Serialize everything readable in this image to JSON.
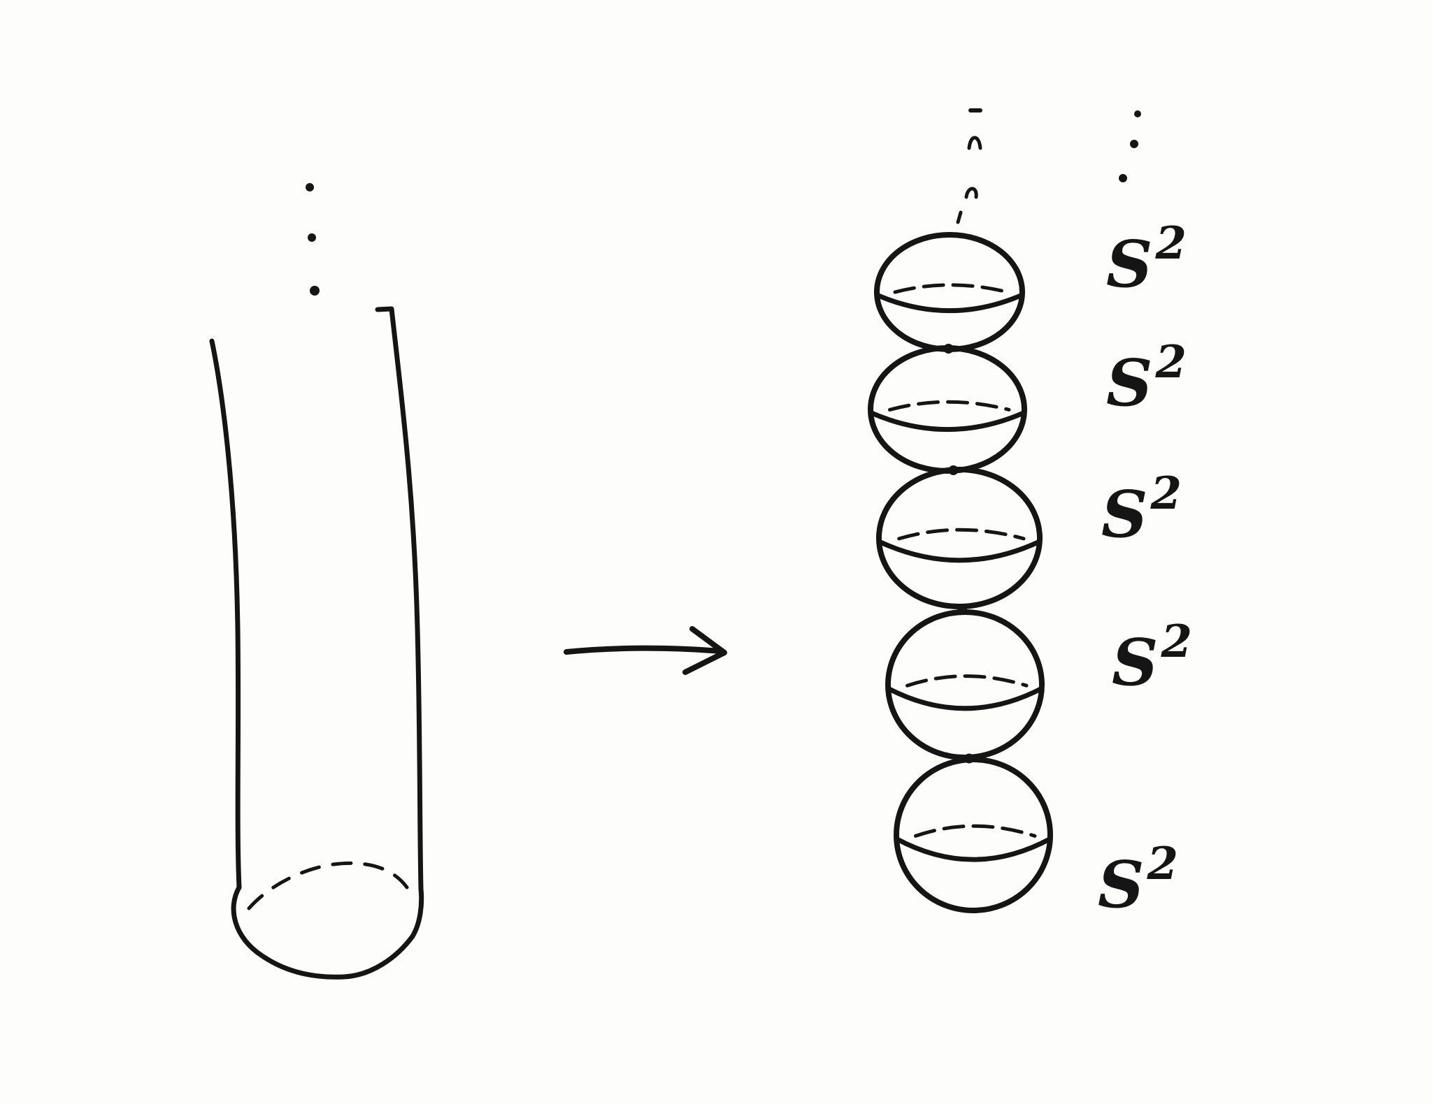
{
  "diagram": {
    "ink_color": "#151515",
    "background": "#fdfdfc",
    "source": {
      "shape": "capped-cylinder",
      "continues_upward": true
    },
    "transition": {
      "icon": "right-arrow-icon"
    },
    "target": {
      "shape": "chain-of-spheres",
      "continues_upward": true,
      "spheres": [
        {
          "base": "S",
          "exponent": "2"
        },
        {
          "base": "S",
          "exponent": "2"
        },
        {
          "base": "S",
          "exponent": "2"
        },
        {
          "base": "S",
          "exponent": "2"
        },
        {
          "base": "S",
          "exponent": "2"
        }
      ]
    }
  }
}
